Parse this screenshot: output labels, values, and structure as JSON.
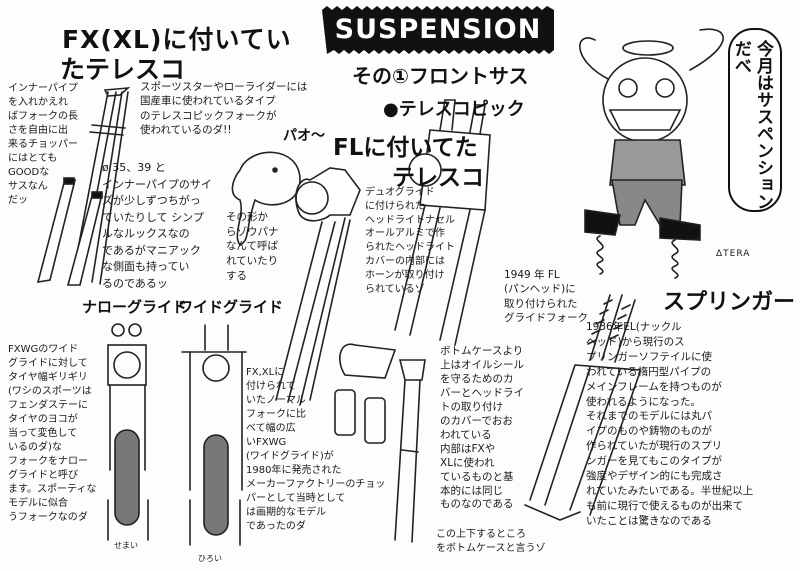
{
  "banner": {
    "title": "SUSPENSION"
  },
  "headings": {
    "part": "その①フロントサス",
    "section": "●テレスコピック",
    "fx_title_1": "FX(XL)に付いてい",
    "fx_title_2": "たテレスコ",
    "fl_title_1": "FLに付いてた",
    "fl_title_2": "テレスコ",
    "narrow": "ナローグライド",
    "wide": "ワイドグライド",
    "springer": "スプリンガー"
  },
  "notes": {
    "inner_pipe": "インナーパイプ\nを入れかえれ\nばフォークの長\nさを自由に出\n来るチョッパー\nにはとても\nGOODな\nサスなん\nだッ",
    "sportster": "スポーツスターやローライダーには\n国産車に使われているタイプ\nのテレスコピックフォークが\n使われているのダ!!",
    "diameter": "ø 35、39 と\nインナーパイプのサイ\nズが少しずつちがっ\nていたりして シンプ\nルなルックスなの\nであるがマニアック\nな側面も持ってい\nるのであるッ",
    "pao": "パオ〜",
    "elephant": "その形か\nらゾウパナ\nなんて呼ば\nれていたり\nする",
    "duoglide": "デュオグライド\nに付けられた\nヘッドライトナセル\nオールアルミで作\nられたヘッドライト\nカバーの内部には\nホーンが取り付け\nられているゾ",
    "fl1949": "1949 年 FL\n(パンヘッド)に\n取り付けられた\nグライドフォーク",
    "bottom_case": "ボトムケースより\n上はオイルシール\nを守るためのカ\nバーとヘッドライ\nトの取り付け\nのカバーでおお\nわれている\n内部はFXや\nXLに使われ\nているものと基\n本的には同じ\nものなのである",
    "bottom_case_pointer": "この上下するところ\nをボトムケースと言うゾ",
    "fxwg": "FXWGのワイド\nグライドに対して\nタイヤ幅ギリギリ\n(ワシのスポーツは\nフェンダステーに\nタイヤのヨコが\n当って変色して\nいるのダ)な\nフォークをナロー\nグライドと呼び\nます。スポーティな\nモデルに似合\nうフォークなのダ",
    "fxxl": "FX,XLに\n付けられて\nいたノーマル\nフォークに比\nべて幅の広\nいFXWG\n(ワイドグライド)が\n1980年に発売された\nメーカーファクトリーのチョッ\nパーとして当時として\nは画期的なモデル\nであったのダ",
    "springer": "1936年EL(ナックル\nヘッド)から現行のス\nプリンガーソフテイルに使\nわれている楕円型パイプの\nメインフレームを持つものが\n使われるようになった。\nそれまでのモデルには丸パ\nイプのものや鋳物のものが\n作られていたが現行のスプリ\nンガーを見てもこのタイプが\n強度やデザイン的にも完成さ\nれていたみたいである。半世紀以上\nも前に現行で使えるものが出来て\nいたことは驚きなのである",
    "narrow_label": "せまい",
    "wide_label": "ひろい"
  },
  "character": {
    "speech": "今月はサスペンション\nだべ",
    "signature": "ΔTERA"
  }
}
